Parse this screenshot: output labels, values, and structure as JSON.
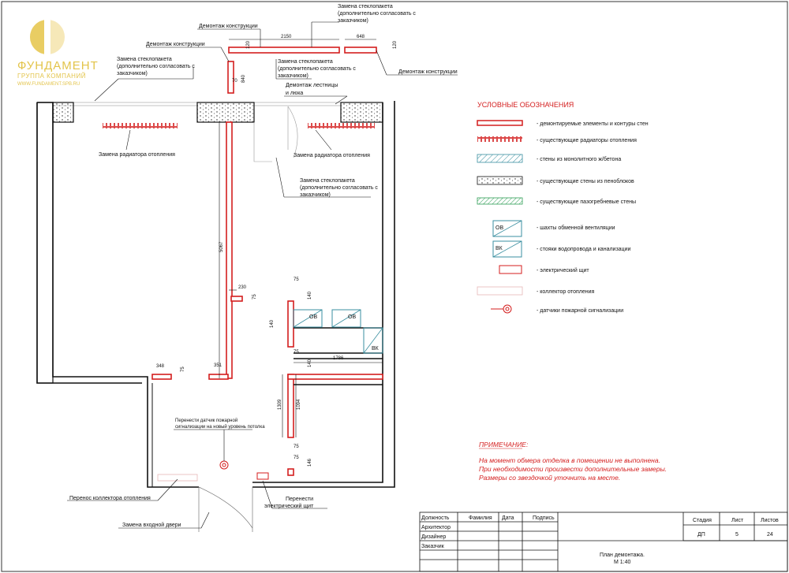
{
  "logo": {
    "name": "ФУНДАМЕНТ",
    "subtitle": "ГРУППА КОМПАНИЙ",
    "url": "WWW.FUNDAMENT.SPB.RU"
  },
  "callouts": {
    "demontazh_top": "Демонтаж конструкции",
    "demontazh_left": "Демонтаж конструкции",
    "demontazh_right": "Демонтаж конструкции",
    "steklo_top_l1": "Замена стеклопакета",
    "steklo_top_l2": "(дополнительно согласовать с",
    "steklo_top_l3": "заказчиком)",
    "steklo_mid_l1": "Замена стеклопакета",
    "steklo_mid_l2": "(дополнительно согласовать с",
    "steklo_mid_l3": "заказчиком)",
    "steklo_left_l1": "Замена стеклопакета",
    "steklo_left_l2": "(дополнительно согласовать с",
    "steklo_left_l3": "заказчиком)",
    "steklo_low_l1": "Замена стеклопакета",
    "steklo_low_l2": "(дополнительно согласовать с",
    "steklo_low_l3": "заказчиком)",
    "stairs_l1": "Демонтаж лестницы",
    "stairs_l2": "и люка",
    "radiator_left": "Замена радиатора отопления",
    "radiator_right": "Замена радиатора отопления",
    "fire_l1": "Перенести датчик пожарной",
    "fire_l2": "сигнализации на новый уровень потолка",
    "collector": "Перенос коллектора отопления",
    "door": "Замена входной двери",
    "panel_l1": "Перенести",
    "panel_l2": "электрический щит"
  },
  "dims": {
    "d2150": "2150",
    "d648": "648",
    "d120a": "120",
    "d120b": "120",
    "d840": "840",
    "d70": "70",
    "d5067": "5067",
    "d230": "230",
    "d75a": "75",
    "d75b": "75",
    "d140a": "140",
    "d140b": "140",
    "d348": "348",
    "d75c": "75",
    "d351": "351",
    "d1786": "1786",
    "d140c": "140",
    "d75d": "75",
    "d1309": "1309",
    "d1094": "1094",
    "d75e": "75",
    "d75f": "75",
    "d146": "146"
  },
  "shafts": {
    "ov1": "ОВ",
    "ov2": "ОВ",
    "vk": "ВК"
  },
  "legend": {
    "title": "УСЛОВНЫЕ ОБОЗНАЧЕНИЯ",
    "items": [
      "- демонтируемые элементы и контуры стен",
      "- существующие радиаторы отопления",
      "- стены из монолитного ж/бетона",
      "- существующие стены из пеноблоков",
      "- существующие пазогребневые стены",
      "- шахты обменной вентиляции",
      "- стояки водопровода и канализации",
      "- электрический щит",
      "- коллектор отопления",
      "- датчики пожарной сигнализации"
    ],
    "ov": "ОВ",
    "vk": "ВК"
  },
  "note": {
    "title": "ПРИМЕЧАНИЕ:",
    "line1": "На момент обмера отделка в помещении не выполнена.",
    "line2": "При необходимости произвести дополнительные замеры.",
    "line3": "Размеры со звездочкой уточнить на месте."
  },
  "titleblock": {
    "h_role": "Должность",
    "h_name": "Фамилия",
    "h_date": "Дата",
    "h_sign": "Подпись",
    "r1": "Архитектор",
    "r2": "Дизайнер",
    "r3": "Заказчик",
    "stage_h": "Стадия",
    "sheet_h": "Лист",
    "sheets_h": "Листов",
    "stage": "ДП",
    "sheet": "5",
    "sheets": "24",
    "plan": "План демонтажа.",
    "scale": "М 1:40"
  },
  "colors": {
    "demolish": "#d41e1e",
    "logo": "#e3c44a",
    "concrete": "#3a8fa0",
    "partition": "#2e9d55"
  }
}
